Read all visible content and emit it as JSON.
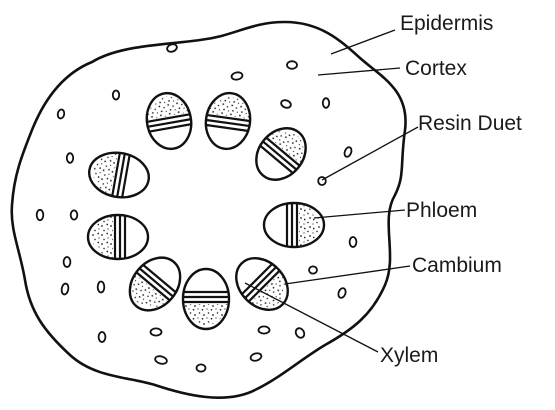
{
  "labels": {
    "epidermis": "Epidermis",
    "cortex": "Cortex",
    "resin_duct": "Resin Duet",
    "phloem": "Phloem",
    "cambium": "Cambium",
    "xylem": "Xylem"
  }
}
